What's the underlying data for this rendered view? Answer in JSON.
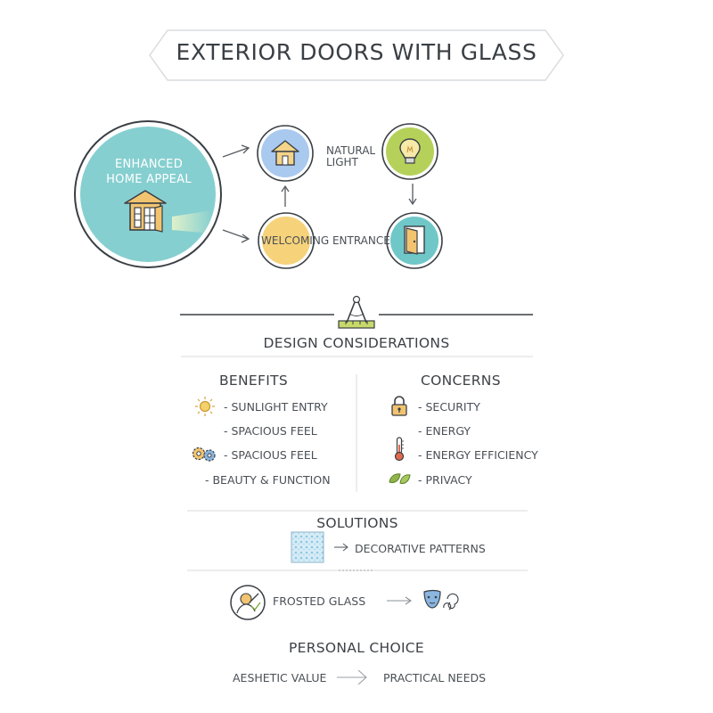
{
  "title": "EXTERIOR DOORS WITH GLASS",
  "hero": {
    "label_line1": "ENHANCED",
    "label_line2": "HOME APPEAL",
    "color": "#86cfd0"
  },
  "flow": {
    "natural_light_line1": "NATURAL",
    "natural_light_line2": "LIGHT",
    "welcoming_entrance": "WELCOMING ENTRANCE",
    "colors": {
      "house": "#a9c9ef",
      "bulb": "#b5d15a",
      "door": "#6fc7c8",
      "entrance": "#f6d27a"
    }
  },
  "design": {
    "heading": "DESIGN CONSIDERATIONS",
    "benefits": {
      "heading": "BENEFITS",
      "items": [
        "- SUNLIGHT ENTRY",
        "- SPACIOUS FEEL",
        "- SPACIOUS FEEL",
        "- BEAUTY & FUNCTION"
      ]
    },
    "concerns": {
      "heading": "CONCERNS",
      "items": [
        "- SECURITY",
        "- ENERGY",
        "- ENERGY EFFICIENCY",
        "- PRIVACY"
      ]
    }
  },
  "solutions": {
    "heading": "SOLUTIONS",
    "decorative": "DECORATIVE PATTERNS",
    "frosted": "FROSTED GLASS"
  },
  "personal": {
    "heading": "PERSONAL CHOICE",
    "left": "AESHETIC VALUE",
    "right": "PRACTICAL NEEDS"
  }
}
